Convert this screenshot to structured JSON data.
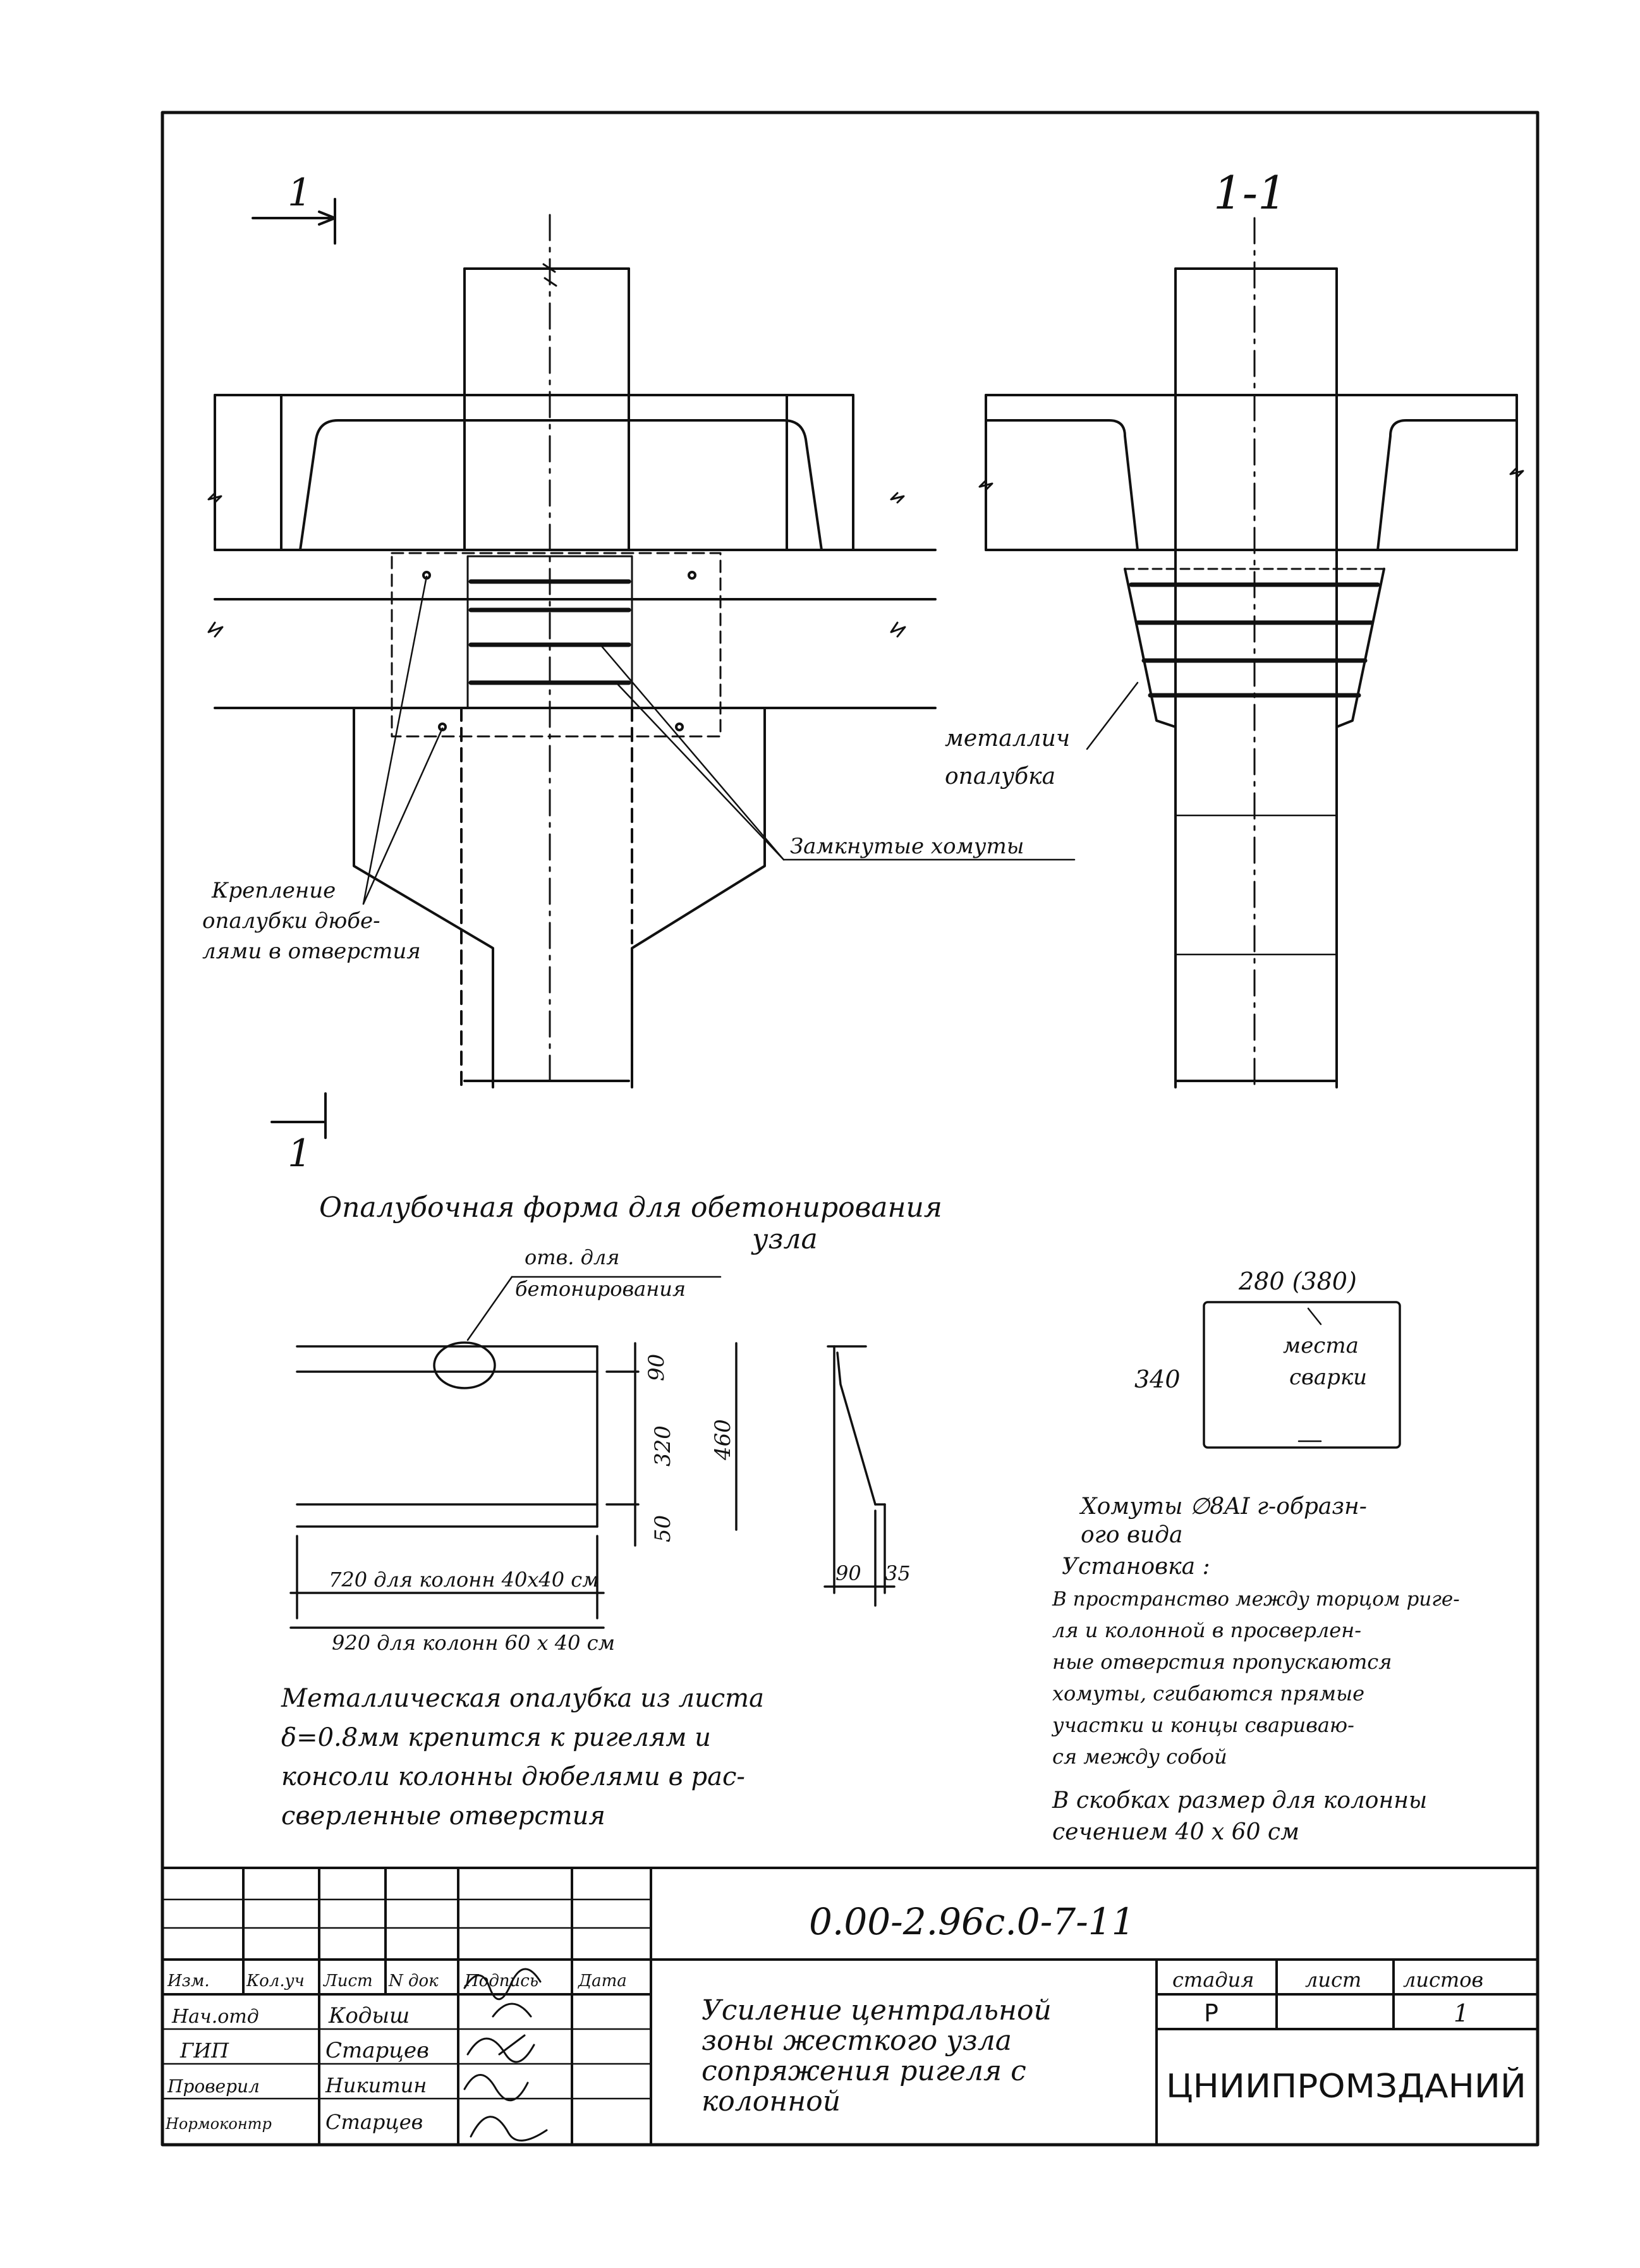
{
  "section_marks": {
    "top_left": "1",
    "bottom_left": "1",
    "section_title": "1-1"
  },
  "left_view_labels": {
    "fastening_line1": "Крепление",
    "fastening_line2": "опалубки дюбе-",
    "fastening_line3": "лями в отверстия",
    "stirrups": "Замкнутые хомуты"
  },
  "right_view_labels": {
    "formwork_line1": "металлич",
    "formwork_line2": "опалубка"
  },
  "form_title": {
    "line1": "Опалубочная форма для обетонирования",
    "line2": "узла"
  },
  "form_drawing": {
    "hole_label_line1": "отв. для",
    "hole_label_line2": "бетонирования",
    "dim_90": "90",
    "dim_320": "320",
    "dim_460": "460",
    "dim_50": "50",
    "dim_720": "720 для колонн 40x40 см",
    "dim_920": "920 для колонн 60 x 40 см",
    "dim_side_90": "90",
    "dim_side_35": "35"
  },
  "plate_drawing": {
    "width": "280 (380)",
    "height": "340",
    "weld_line1": "места",
    "weld_line2": "сварки"
  },
  "note_metal": [
    "Металлическая опалубка из листа",
    "δ=0.8мм крепится к ригелям и",
    "консоли колонны дюбелями в рас-",
    "сверленные отверстия"
  ],
  "note_stirrups": [
    "Хомуты ∅8AI г-образн-",
    "ого вида",
    "Установка :",
    "В пространство между торцом риге-",
    "ля и колонной в просверлен-",
    "ные отверстия пропускаются",
    "хомуты, сгибаются прямые",
    "участки и концы свариваю-",
    "ся между собой"
  ],
  "note_brackets": [
    "В скобках размер для колонны",
    "сечением 40 x 60 см"
  ],
  "title_block": {
    "doc_code": "0.00-2.96с.0-7-11",
    "title_lines": [
      "Усиление центральной",
      "зоны жесткого узла",
      "сопряжения ригеля с",
      "колонной"
    ],
    "col_headers": [
      "Изм.",
      "Кол.уч",
      "Лист",
      "N док",
      "Подпись",
      "Дата"
    ],
    "stage_header": "стадия",
    "sheet_header": "лист",
    "sheets_header": "листов",
    "stage_value": "Р",
    "sheets_value": "1",
    "organization": "ЦНИИПРОМЗДАНИЙ",
    "roles": [
      {
        "role": "Нач.отд",
        "name": "Кодыш"
      },
      {
        "role": "ГИП",
        "name": "Старцев"
      },
      {
        "role": "Проверил",
        "name": "Никитин"
      },
      {
        "role": "Нормоконтр",
        "name": "Старцев"
      }
    ]
  }
}
